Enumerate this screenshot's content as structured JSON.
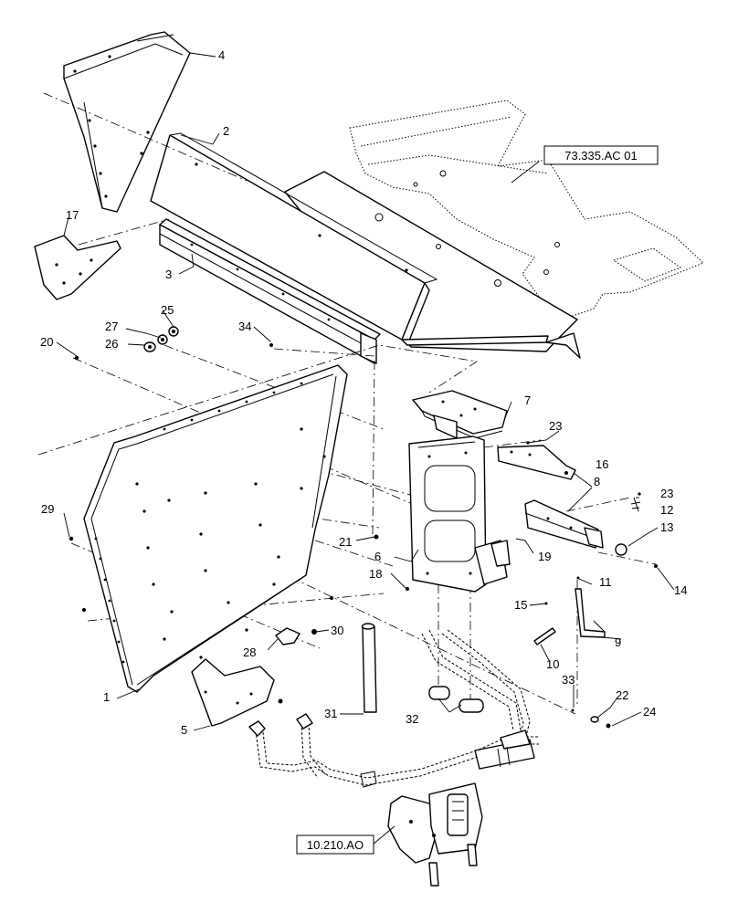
{
  "callouts": {
    "c1": "1",
    "c2": "2",
    "c3": "3",
    "c4": "4",
    "c5": "5",
    "c6": "6",
    "c7": "7",
    "c8": "8",
    "c9": "9",
    "c10": "10",
    "c11": "11",
    "c12": "12",
    "c13": "13",
    "c14": "14",
    "c15": "15",
    "c16": "16",
    "c17": "17",
    "c18": "18",
    "c19": "19",
    "c20": "20",
    "c21": "21",
    "c22": "22",
    "c23a": "23",
    "c23b": "23",
    "c24": "24",
    "c25": "25",
    "c26": "26",
    "c27": "27",
    "c28": "28",
    "c29": "29",
    "c30": "30",
    "c31": "31",
    "c32": "32",
    "c33": "33",
    "c34": "34"
  },
  "references": {
    "ref_top": "73.335.AC 01",
    "ref_bottom": "10.210.AO"
  }
}
